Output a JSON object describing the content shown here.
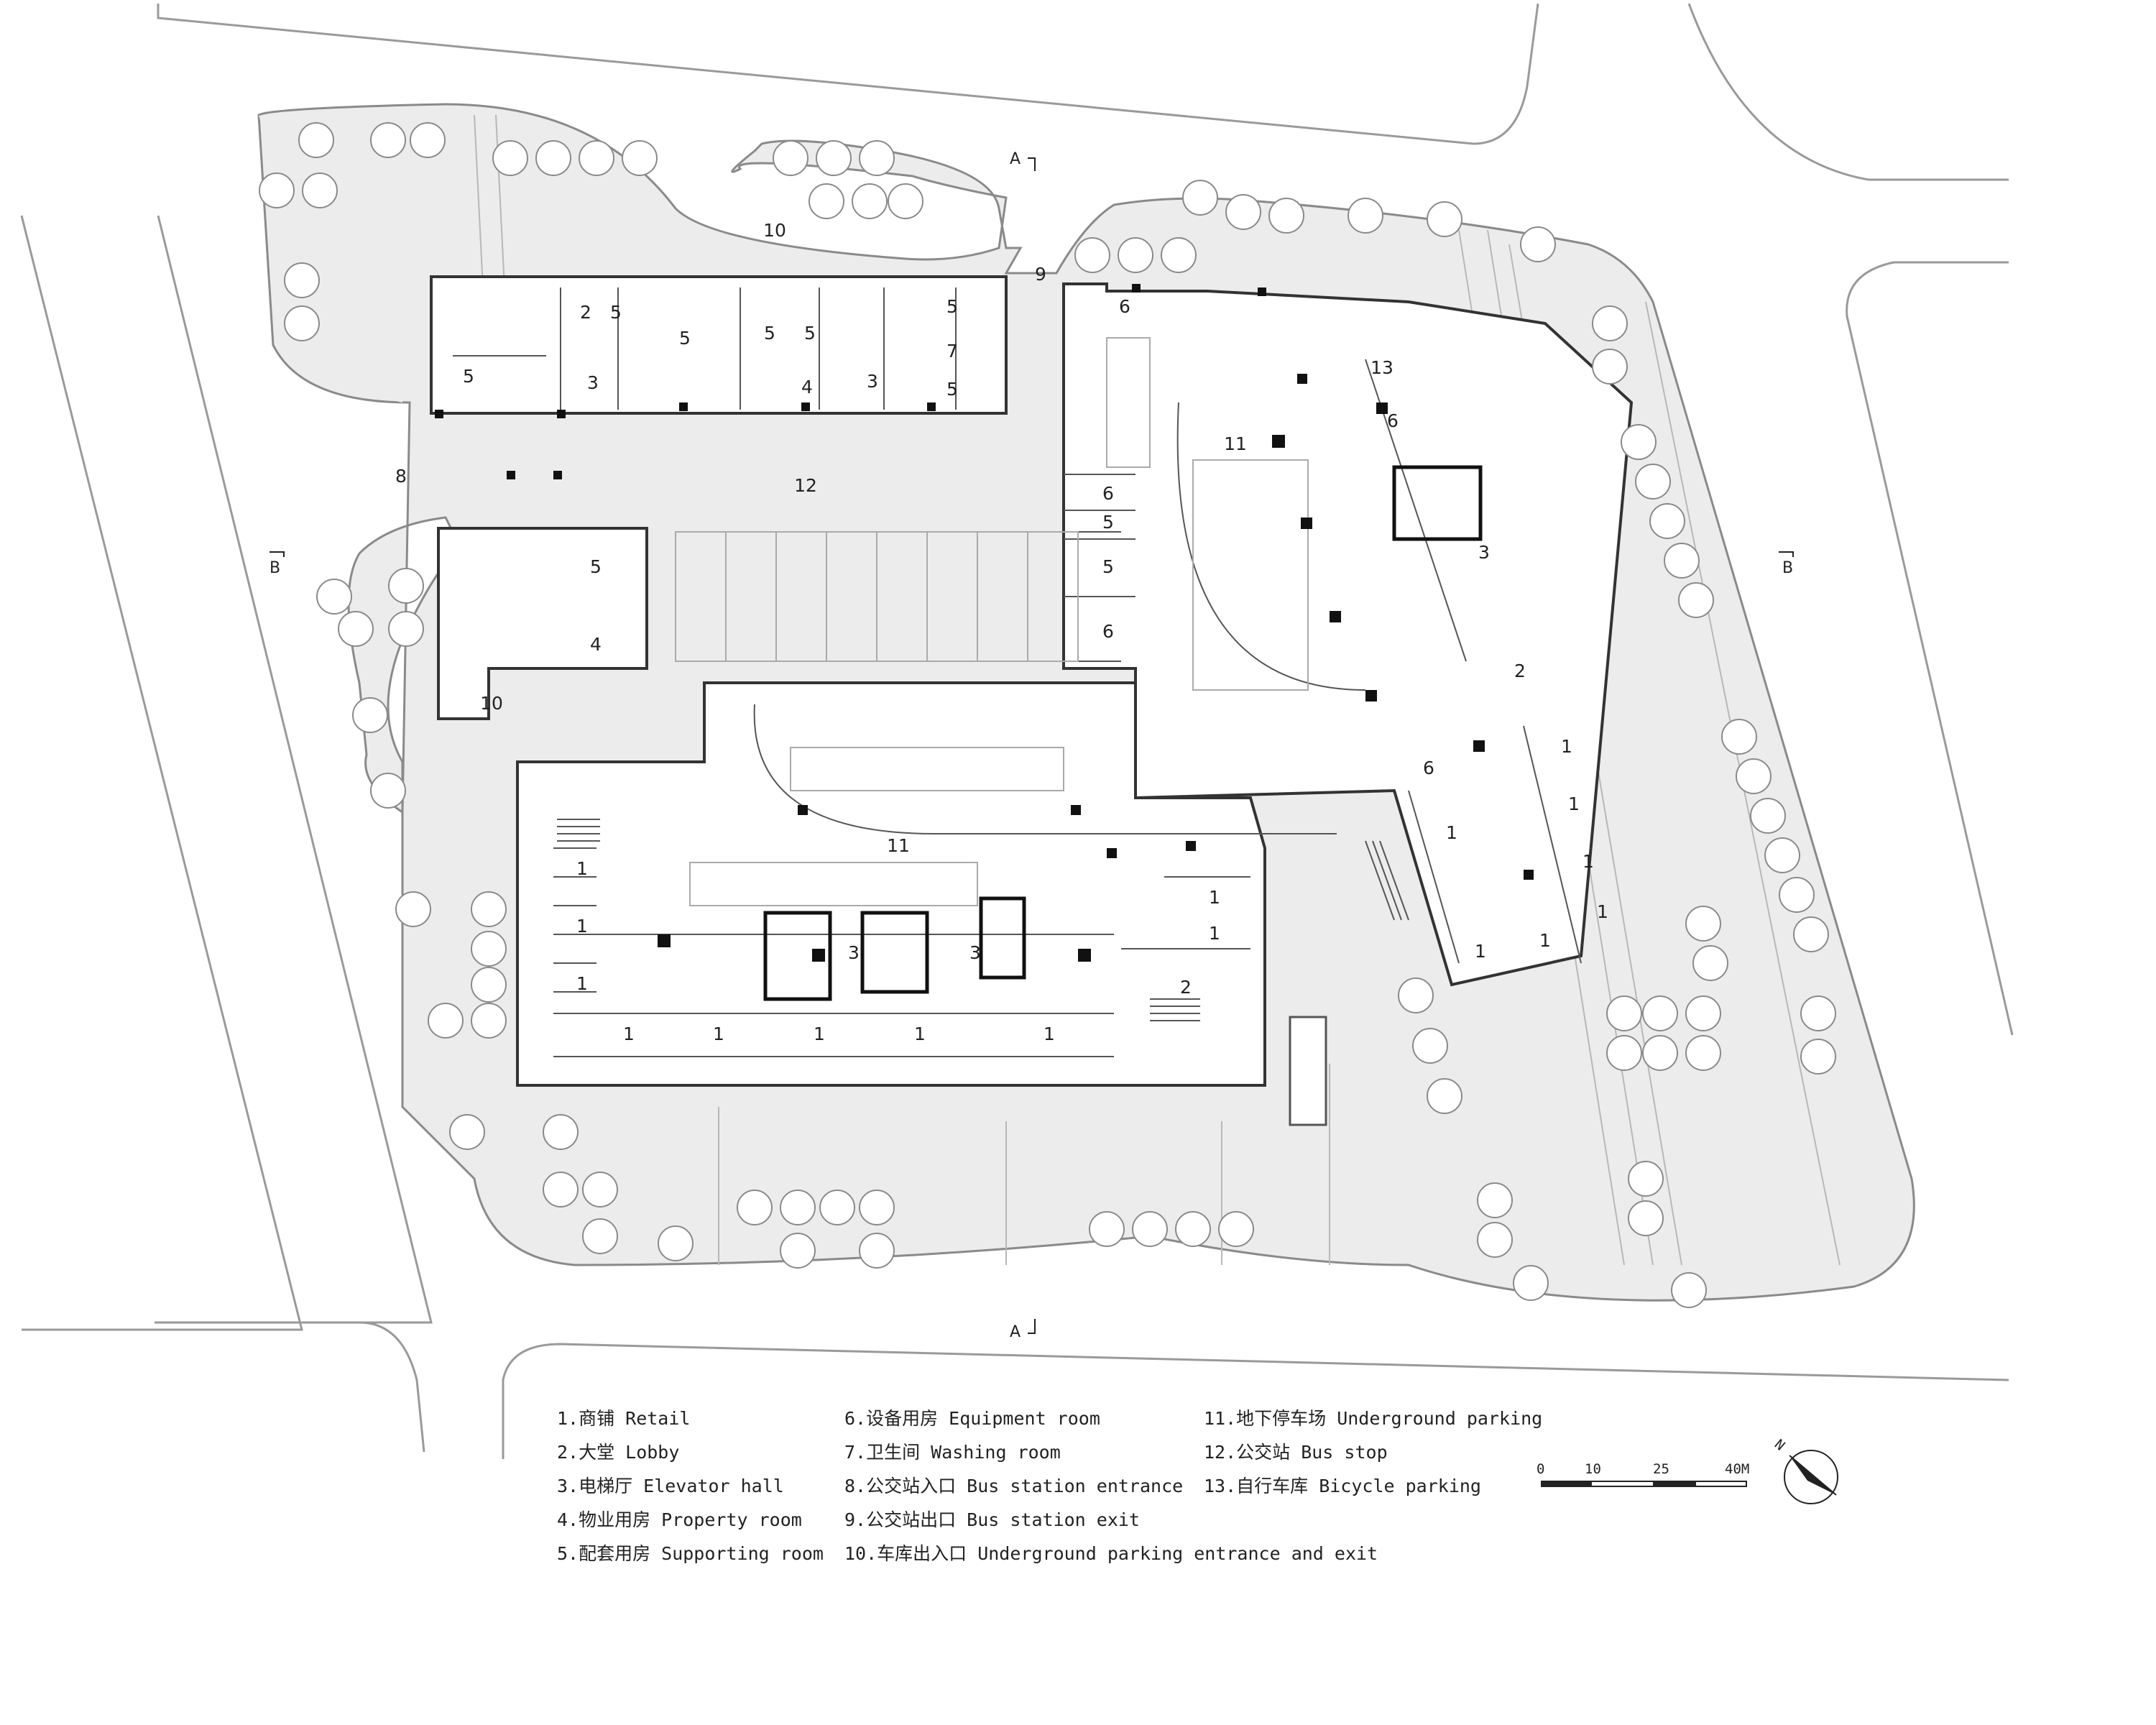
{
  "legend": {
    "col1": [
      "1.商铺 Retail",
      "2.大堂 Lobby",
      "3.电梯厅 Elevator hall",
      "4.物业用房 Property room",
      "5.配套用房 Supporting room"
    ],
    "col2": [
      "6.设备用房 Equipment room",
      "7.卫生间 Washing room",
      "8.公交站入口 Bus station entrance",
      "9.公交站出口 Bus station exit",
      "10.车库出入口 Underground parking entrance and exit"
    ],
    "col3": [
      "11.地下停车场 Underground parking",
      "12.公交站 Bus stop",
      "13.自行车库 Bicycle parking"
    ]
  },
  "scale_bar": {
    "ticks": [
      "0",
      "10",
      "25",
      "40M"
    ]
  },
  "north": "N",
  "section_marks": {
    "a": "A",
    "b": "B"
  },
  "room_labels": {
    "r1": "1",
    "r2": "2",
    "r3": "3",
    "r4": "4",
    "r5": "5",
    "r6": "6",
    "r7": "7",
    "r8": "8",
    "r9": "9",
    "r10": "10",
    "r11": "11",
    "r12": "12",
    "r13": "13"
  },
  "colors": {
    "site_fill": "#ececec",
    "line": "#333333",
    "light_line": "#9a9a9a",
    "tree_fill": "#ffffff"
  }
}
